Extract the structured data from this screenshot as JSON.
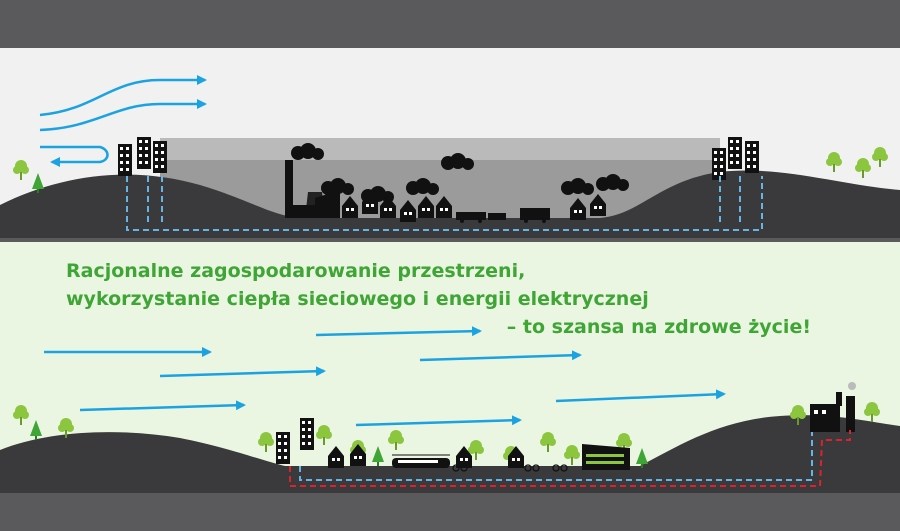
{
  "slogan": {
    "line1": "Racjonalne zagospodarowanie przestrzeni,",
    "line2": "wykorzystanie ciepła sieciowego i energii elektrycznej",
    "line3": "– to szansa na zdrowe życie!"
  },
  "colors": {
    "frame": "#5a5a5c",
    "sky_polluted": "#f1f1f1",
    "sky_clean": "#eaf5e2",
    "smog": "#8c8c8c",
    "hill": "#3a3a3c",
    "wind_arrow": "#1aa3e0",
    "slogan_text": "#3fa535",
    "heat_network": "#d9232d",
    "dashed_pipes": "#64b4e6",
    "tree": "#8cc63f",
    "building": "#111111"
  },
  "scenes": [
    {
      "name": "polluted-city",
      "elements": [
        "wind-arrows-blocked",
        "smog-layer",
        "factory-chimneys",
        "smoke-clouds",
        "houses",
        "trucks"
      ]
    },
    {
      "name": "clean-city",
      "elements": [
        "wind-arrows-through",
        "trees",
        "houses",
        "train",
        "bicycles",
        "heat-plant",
        "district-heating-network"
      ]
    }
  ]
}
